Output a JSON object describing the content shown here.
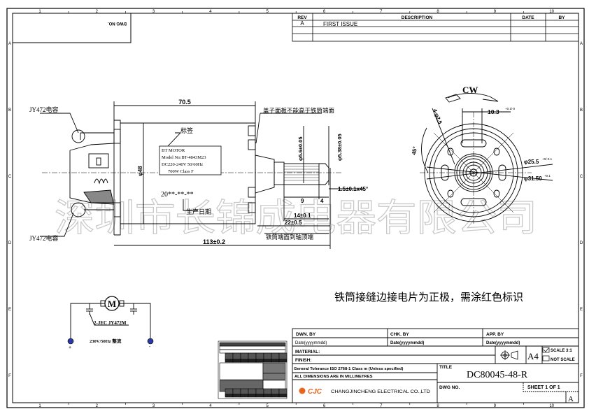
{
  "frame": {
    "columns": [
      "1",
      "2",
      "3",
      "4",
      "5",
      "6",
      "7",
      "8",
      "9",
      "10"
    ],
    "rows": [
      "A",
      "B",
      "C",
      "D",
      "E",
      "F"
    ],
    "dwg_no_flipped": "DWG NO."
  },
  "revision_table": {
    "headers": {
      "rev": "REV",
      "description": "DESCRIPTION",
      "date": "DATE",
      "by": "BY"
    },
    "rows": [
      {
        "rev": "A",
        "description": "FIRST ISSUE",
        "date": "",
        "by": ""
      }
    ]
  },
  "side_view": {
    "capacitor_label_top": "JY472电容",
    "capacitor_label_bottom": "JY472电容",
    "dim_length_body": "70.5",
    "dim_diameter": "φ48",
    "label_callout": "标签",
    "nameplate": [
      "BT MOTOR",
      "Model No:BT-4843M23",
      "DC220-240V 50/60Hz",
      "700W   Class F"
    ],
    "date_code": "20**-**-**",
    "date_callout": "生产日期",
    "cover_note": "盖子面板不能高于铁筒端面",
    "dim_shaft_dia_1": "φ5.6±0.05",
    "dim_shaft_dia_2": "φ5.38±0.05",
    "dim_chamfer": "1.5±0.1x45°",
    "dim_9": "9",
    "dim_4": "4",
    "dim_14": "14±0.1",
    "dim_22": "22±0.5",
    "shaft_note": "铁筒端面到轴顶端",
    "dim_total": "113±0.2"
  },
  "end_view": {
    "rotation": "CW",
    "dim_slot": "10.3",
    "dim_slot_tol": "+0.1/-0",
    "dim_holes": "4-φ2.5",
    "dim_angle": "45°",
    "dim_d1": "φ25.5",
    "dim_d1_tol": "+0/-0.1",
    "dim_d2": "φ31.50",
    "dim_d2_tol": "+0.1"
  },
  "note": "铁筒接缝边接电片为正极，需涂红色标识",
  "circuit": {
    "motor_symbol": "M",
    "capacitor_label": "2-JEC  JY472M",
    "supply": "230V/50Hz  整流",
    "plus": "+",
    "minus": "-"
  },
  "watermark": "深圳市长锦成电器有限公司",
  "title_block": {
    "dwn_by": "DWN. BY",
    "chk_by": "CHK. BY",
    "app_by": "APP. BY",
    "date_dwn": "Date(yyyymmdd)",
    "date_chk": "Date(yyyymmdd)",
    "date_app": "Date(yyyymmdd)",
    "material": "MATERIAL:",
    "finish": "FINISH:",
    "paper_size": "A4",
    "scale": "SCALE 3:1",
    "scale_checked": true,
    "not_scale": "NOT SCALE",
    "tolerance": "General Tolerance ISO 2768-1 Class m (Unless specified)",
    "units": "ALL DIMENSIONS ARE IN MILLIMETRES",
    "company_logo": "CJC",
    "company_name": "CHANGJINCHENG ELECTRICAL CO.,LTD",
    "title_label": "TITLE",
    "title": "DC80045-48-R",
    "dwg_no_label": "DWG NO.",
    "sheet": "SHEET 1 OF 1",
    "revision": "A"
  },
  "colors": {
    "line": "#000000",
    "watermark": "#c8c8c8",
    "logo": "#e8641e",
    "terminal": "#2a3aa0"
  }
}
